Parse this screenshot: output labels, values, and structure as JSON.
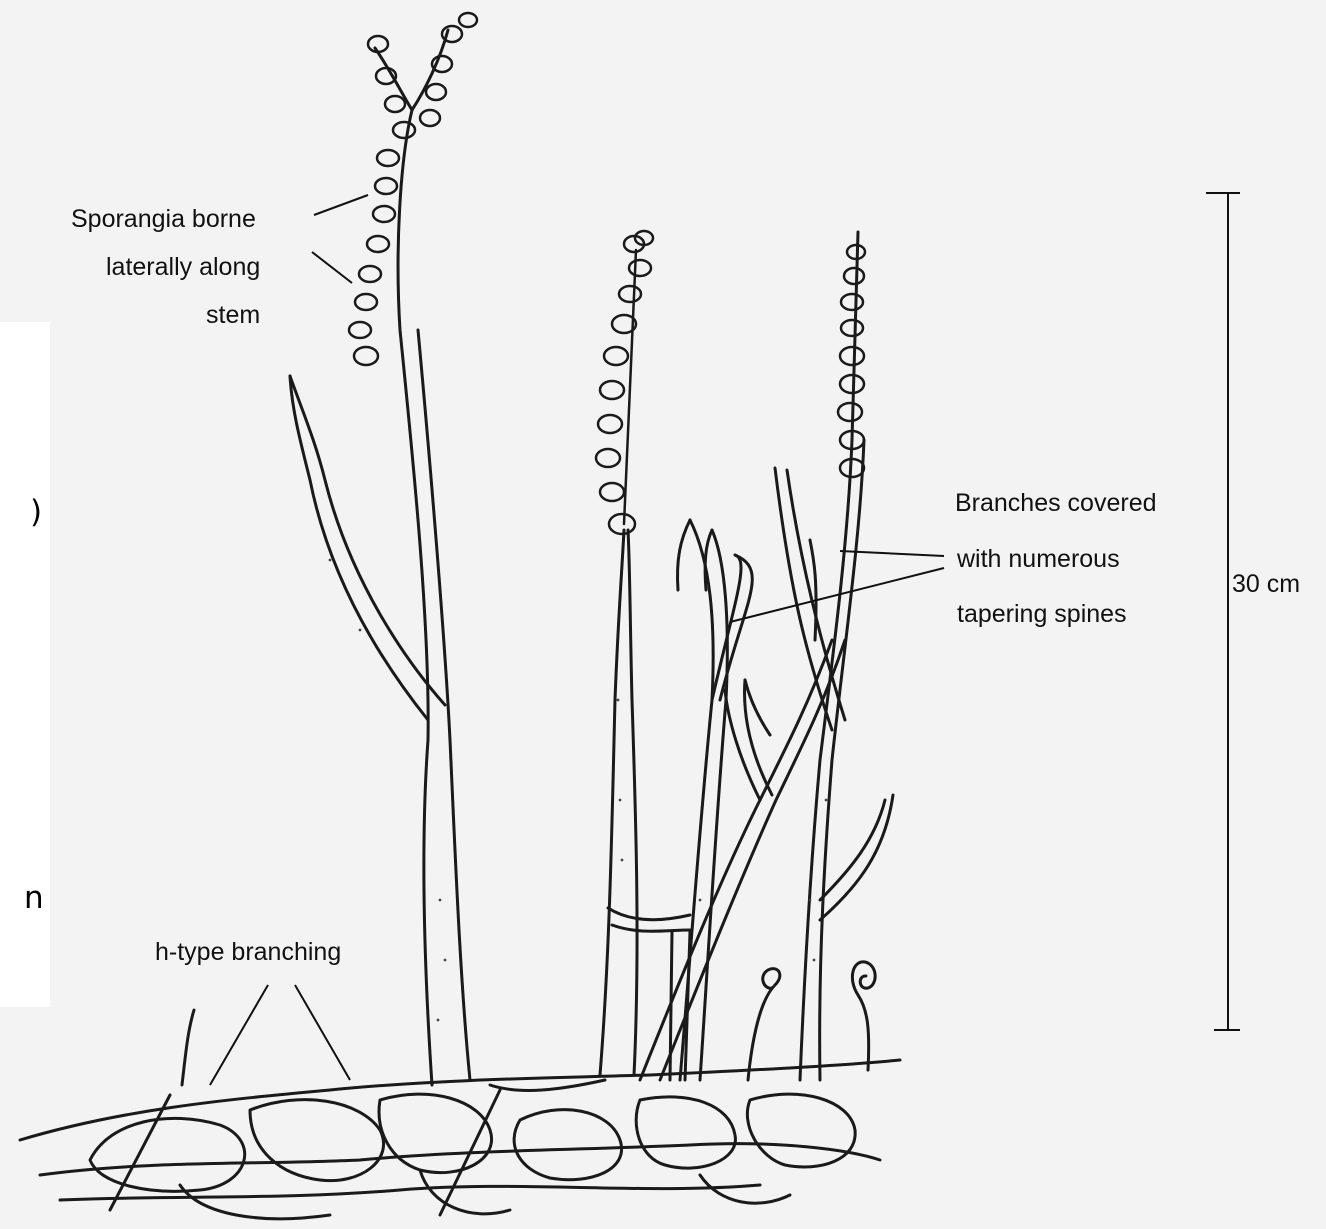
{
  "slide_fragments": [
    ")",
    "n"
  ],
  "labels": {
    "sporangia_line1": "Sporangia borne",
    "sporangia_line2": "laterally along",
    "sporangia_line3": "stem",
    "branches_line1": "Branches covered",
    "branches_line2": "with numerous",
    "branches_line3": "tapering spines",
    "htype": "h-type branching",
    "scale": "30 cm"
  }
}
